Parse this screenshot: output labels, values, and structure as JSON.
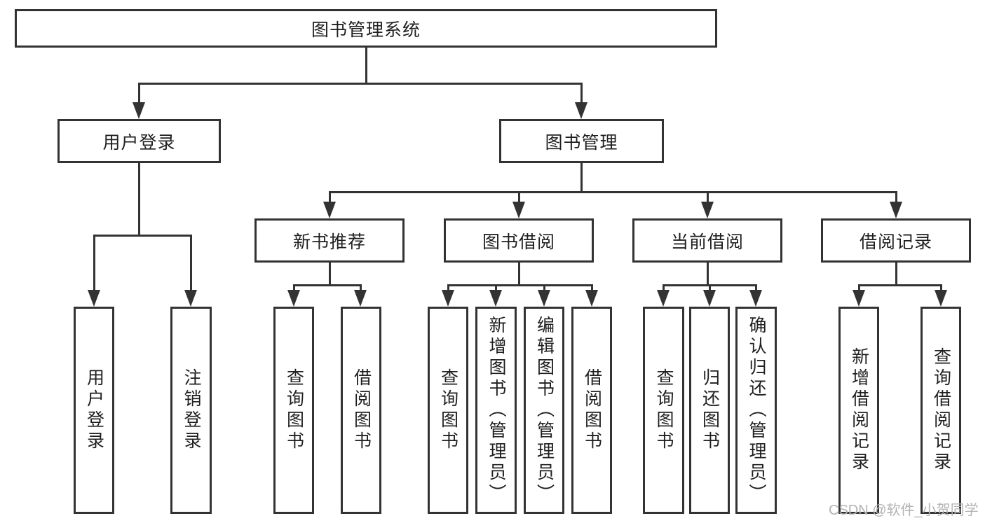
{
  "title": "图书管理系统",
  "watermark": "CSDN @软件_小贺同学",
  "colors": {
    "stroke": "#333333",
    "text": "#1f1f1f",
    "background": "#ffffff",
    "watermark": "#b3b3b3"
  },
  "tree": {
    "label": "图书管理系统",
    "children": [
      {
        "label": "用户登录",
        "children": [
          {
            "label": "用户登录"
          },
          {
            "label": "注销登录"
          }
        ]
      },
      {
        "label": "图书管理",
        "children": [
          {
            "label": "新书推荐",
            "children": [
              {
                "label": "查询图书"
              },
              {
                "label": "借阅图书"
              }
            ]
          },
          {
            "label": "图书借阅",
            "children": [
              {
                "label": "查询图书"
              },
              {
                "label": "新增图书（管理员）"
              },
              {
                "label": "编辑图书（管理员）"
              },
              {
                "label": "借阅图书"
              }
            ]
          },
          {
            "label": "当前借阅",
            "children": [
              {
                "label": "查询图书"
              },
              {
                "label": "归还图书"
              },
              {
                "label": "确认归还（管理员）"
              }
            ]
          },
          {
            "label": "借阅记录",
            "children": [
              {
                "label": "新增借阅记录"
              },
              {
                "label": "查询借阅记录"
              }
            ]
          }
        ]
      }
    ]
  }
}
